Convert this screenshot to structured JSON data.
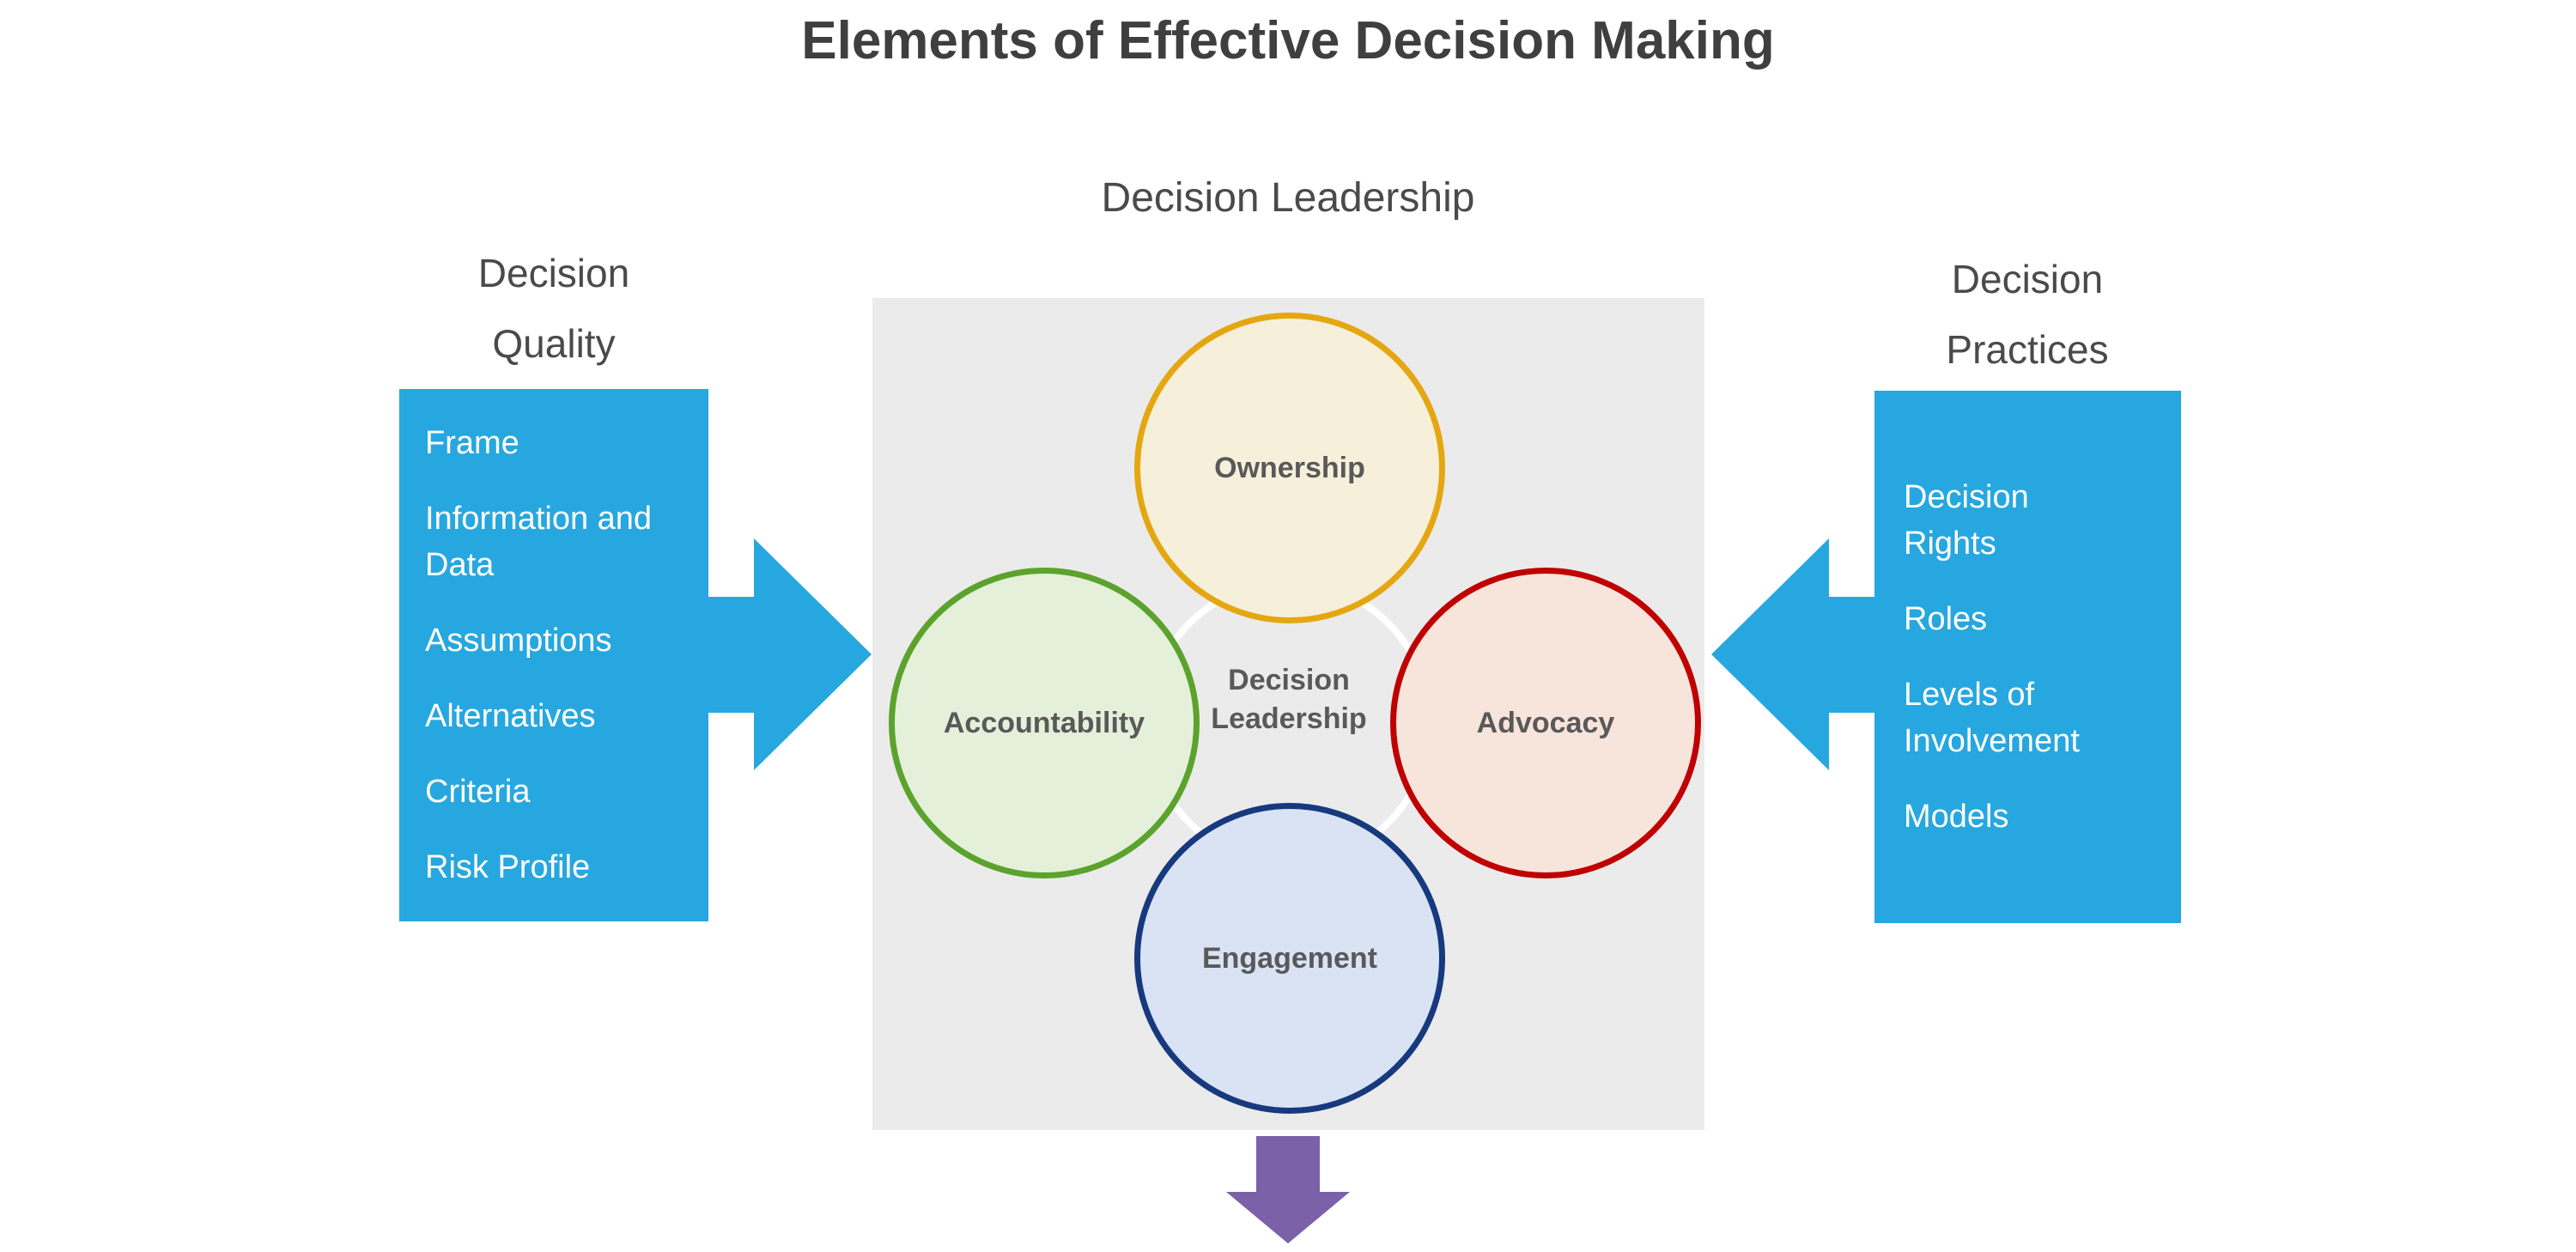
{
  "title": "Elements of Effective Decision Making",
  "top_label": "Decision Leadership",
  "left_panel": {
    "heading": "Decision Quality",
    "items": [
      "Frame",
      "Information and Data",
      "Assumptions",
      "Alternatives",
      "Criteria",
      "Risk Profile"
    ]
  },
  "right_panel": {
    "heading": "Decision Practices",
    "items": [
      "Decision Rights",
      "Roles",
      "Levels of Involvement",
      "Models"
    ]
  },
  "center": {
    "label": "Decision Leadership",
    "circles": [
      {
        "label": "Ownership"
      },
      {
        "label": "Accountability"
      },
      {
        "label": "Advocacy"
      },
      {
        "label": "Engagement"
      }
    ]
  },
  "colors": {
    "accent_blue": "#27A7DF",
    "gray_panel": "#EBEBEB",
    "title_text": "#3F3F3F",
    "heading_text": "#4A4A4A",
    "panel_item_text": "#FFFFFF",
    "circle_label_text": "#595959",
    "ownership_border": "#E4A711",
    "ownership_fill": "#F6F0DB",
    "accountability_border": "#5BA32C",
    "accountability_fill": "#E5F0DB",
    "advocacy_border": "#C00000",
    "advocacy_fill": "#F7E5DC",
    "engagement_border": "#17397E",
    "engagement_fill": "#D9E3F4",
    "purple_arrow": "#7A61A8",
    "ring_white": "#FFFFFF"
  }
}
